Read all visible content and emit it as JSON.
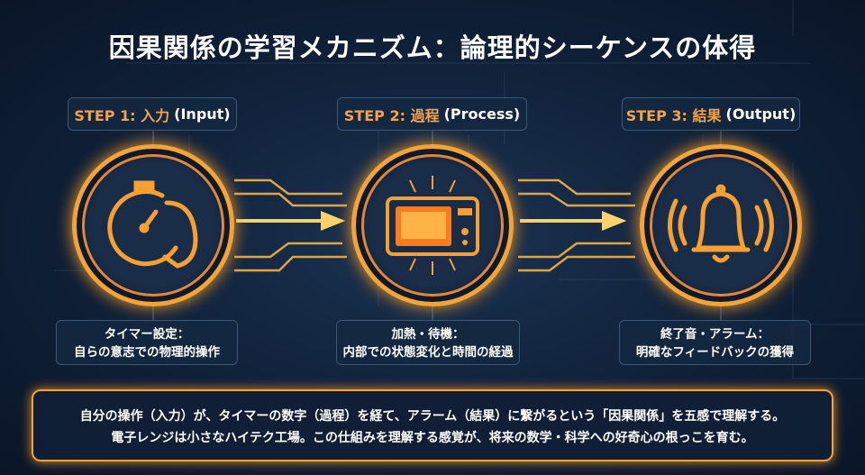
{
  "title": "因果関係の学習メカニズム：論理的シーケンスの体得",
  "steps": [
    {
      "label": "STEP 1: 入力",
      "sub": "(Input)",
      "icon": "timer-hand-icon",
      "desc1": "タイマー設定：",
      "desc2": "自らの意志での物理的操作"
    },
    {
      "label": "STEP 2: 過程",
      "sub": "(Process)",
      "icon": "microwave-icon",
      "desc1": "加熱・待機：",
      "desc2": "内部での状態変化と時間の経過"
    },
    {
      "label": "STEP 3: 結果",
      "sub": "(Output)",
      "icon": "bell-icon",
      "desc1": "終了音・アラーム：",
      "desc2": "明確なフィードバックの獲得"
    }
  ],
  "summary": {
    "line1": "自分の操作（入力）が、タイマーの数字（過程）を経て、アラーム（結果）に繋がるという「因果関係」を五感で理解する。",
    "line2": "電子レンジは小さなハイテク工場。この仕組みを理解する感覚が、将来の数学・科学への好奇心の根っこを育む。"
  },
  "colors": {
    "accent": "#f2a536",
    "bg": "#0f1f36"
  }
}
